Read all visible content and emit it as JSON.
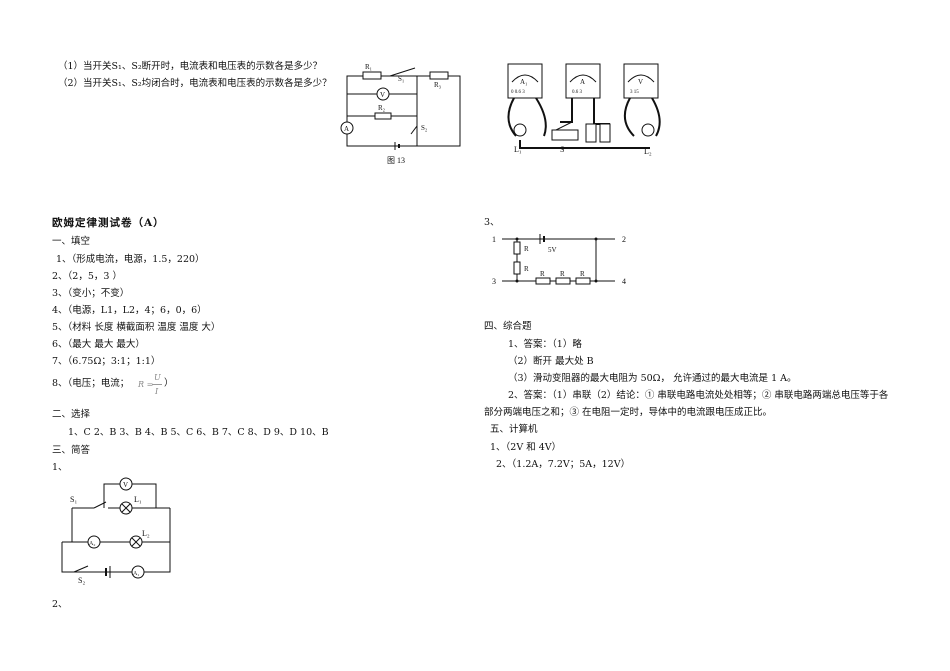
{
  "top": {
    "q1": "（1）当开关S₁、S₂断开时，电流表和电压表的示数各是多少？",
    "q2": "（2）当开关S₁、S₂均闭合时，电流表和电压表的示数各是多少？",
    "fig13": {
      "R1": "R₁",
      "S1": "S₁",
      "R3": "R₃",
      "R2": "R₂",
      "S2": "S₂",
      "V": "V",
      "A": "A",
      "caption": "图 13"
    },
    "apparatus": {
      "meter_A1": "A₁",
      "meter_A": "A",
      "meter_V": "V",
      "scale1": "0 0.6 3",
      "scale2": "0.6 3",
      "scale3": "3 15",
      "L1": "L₁",
      "S": "S",
      "L2": "L₂"
    }
  },
  "left": {
    "title": "欧姆定律测试卷（A）",
    "s1_heading": "一、填空",
    "answers": [
      "1、（形成电流，电源，1.5，220）",
      "2、（2，5，3 ）",
      "3、（变小；不变）",
      "4、（电源，L1，L2，4；6，0，6）",
      "5、（材料    长度     横截面积     温度         温度            大）",
      "6、（最大        最大              最大）",
      "7、（6.75Ω；3:1；1:1）"
    ],
    "q8": {
      "prefix": "8、（电压；电流；",
      "formula_lhs": "R =",
      "num": "U",
      "den": "I",
      "suffix": "）"
    },
    "s2_heading": "二、选择",
    "choices": "1、C  2、B  3、B  4、B  5、C  6、B  7、C  8、D  9、D  10、B",
    "s3_heading": "三、简答",
    "item1": "1、",
    "item2": "2、",
    "circuit": {
      "V": "V",
      "S1": "S₁",
      "L1": "L₁",
      "A2": "A₂",
      "L2": "L₂",
      "S2": "S₂",
      "A1": "A₁"
    }
  },
  "right": {
    "item3": "3、",
    "circuit": {
      "n1": "1",
      "n2": "2",
      "n3": "3",
      "n4": "4",
      "battery": "5V",
      "R": "R"
    },
    "s4_heading": "四、综合题",
    "a1": "1、答案：（1）略",
    "a1_2": "（2）断开          最大处              B",
    "a1_3": "（3）滑动变阻器的最大电阻为 50Ω， 允许通过的最大电流是 1 A。",
    "a2_line1": "2、答案：（1）串联（2）结论：① 串联电路电流处处相等；② 串联电路两端总电压等于各",
    "a2_line2": "部分两端电压之和；③ 在电阻一定时，导体中的电流跟电压成正比。",
    "s5_heading": "五、计算机",
    "c1": "1、（2V 和 4V）",
    "c2": "2、（1.2A，7.2V；5A，12V）"
  }
}
